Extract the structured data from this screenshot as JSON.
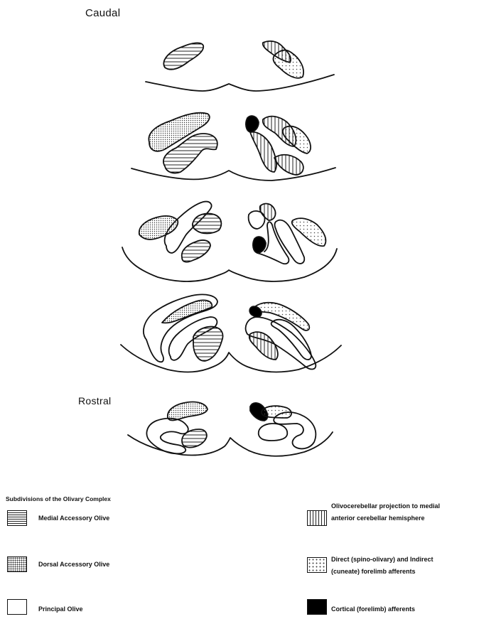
{
  "labels": {
    "caudal": "Caudal",
    "rostral": "Rostral"
  },
  "legend": {
    "title": "Subdivisions of the Olivary Complex",
    "medial_accessory": "Medial Accessory Olive",
    "dorsal_accessory": "Dorsal Accessory Olive",
    "principal": "Principal Olive",
    "olivocerebellar_line1": "Olivocerebellar projection to medial",
    "olivocerebellar_line2": "anterior cerebellar hemisphere",
    "direct_line1": "Direct (spino-olivary) and Indirect",
    "direct_line2": "(cuneate) forelimb afferents",
    "cortical": "Cortical (forelimb) afferents"
  }
}
